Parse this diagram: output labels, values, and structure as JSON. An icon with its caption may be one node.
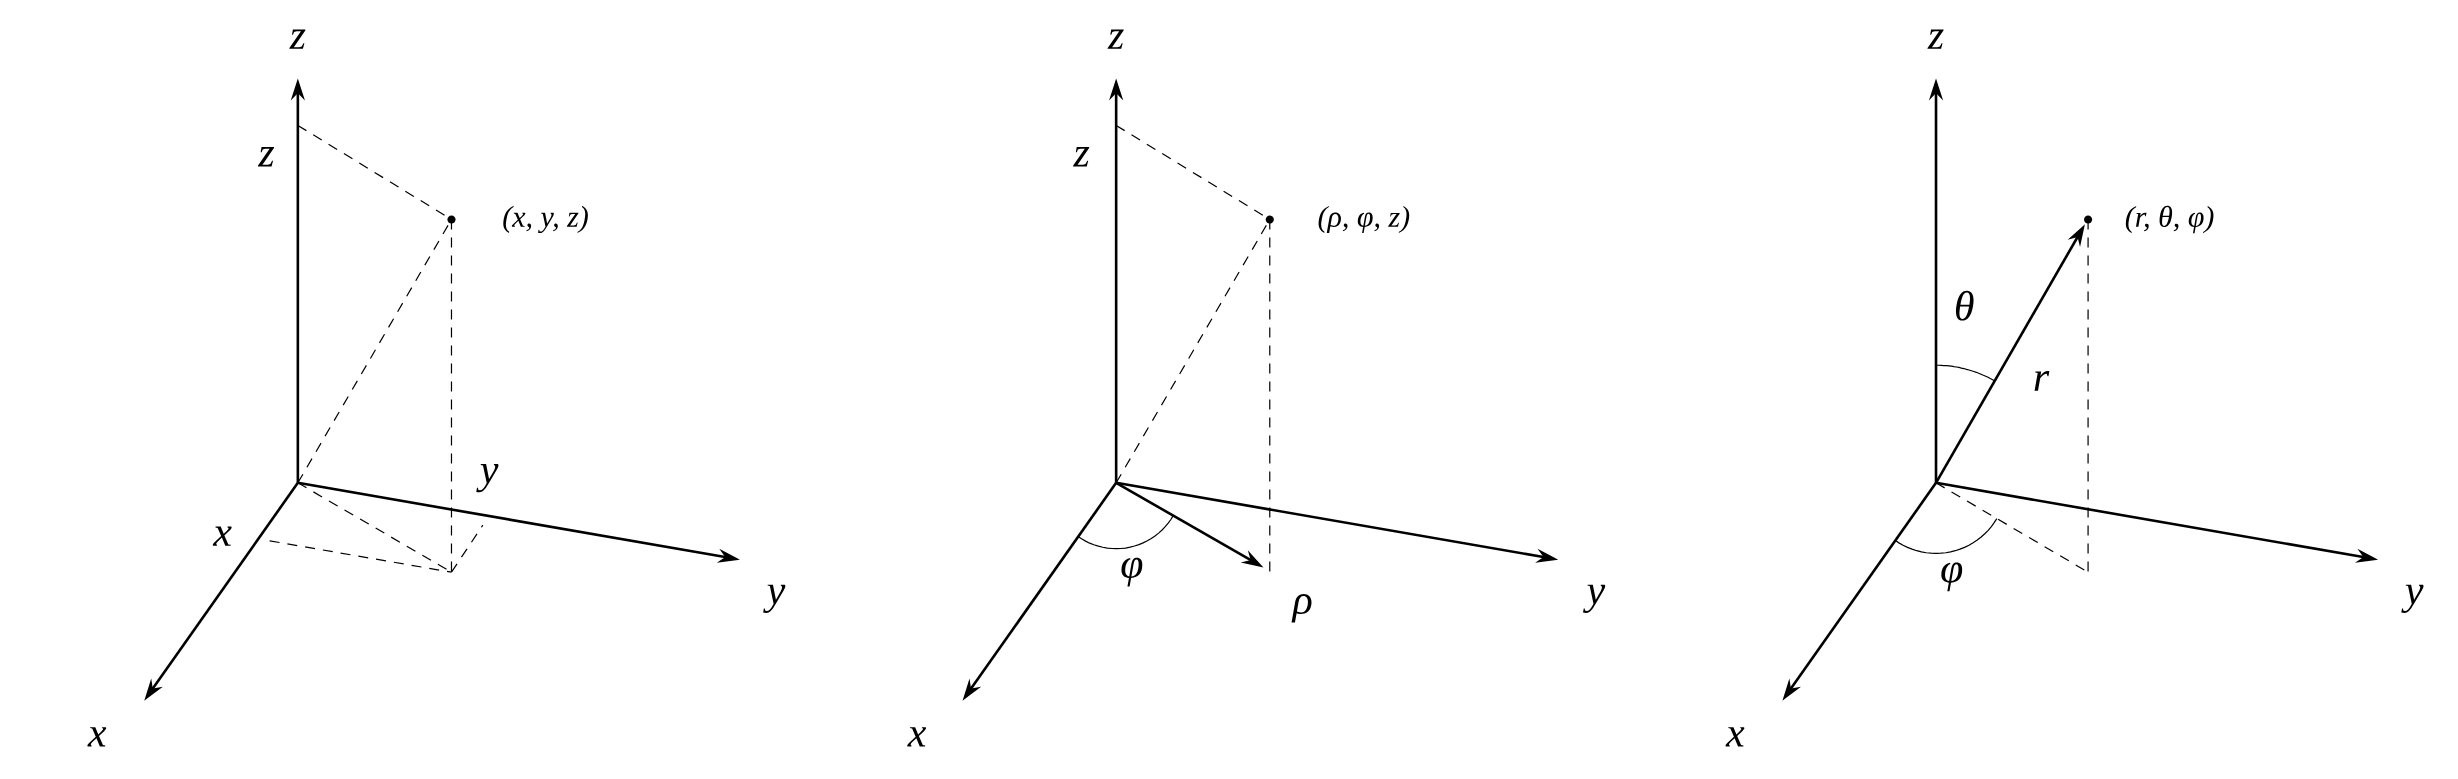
{
  "diagram": {
    "labels": [
      "z",
      "z",
      "(x, y, z)",
      "y",
      "x",
      "y",
      "x",
      "z",
      "z",
      "(ρ, φ, z)",
      "φ",
      "ρ",
      "y",
      "x",
      "z",
      "(r, θ, φ)",
      "θ",
      "r",
      "φ",
      "y",
      "x"
    ]
  }
}
